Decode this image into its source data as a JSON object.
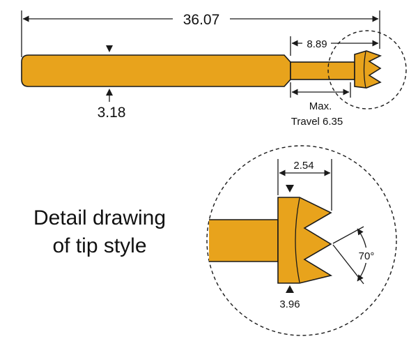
{
  "dimensions": {
    "overall_length": "36.07",
    "tip_length": "8.89",
    "barrel_diameter": "3.18",
    "travel_line1": "Max.",
    "travel_line2": "Travel 6.35",
    "tip_width": "2.54",
    "tip_diameter": "3.96",
    "tip_angle": "70°"
  },
  "caption": {
    "line1": "Detail drawing",
    "line2": "of tip style"
  },
  "colors": {
    "body_fill": "#E8A31C",
    "outline": "#1a1a1a"
  }
}
